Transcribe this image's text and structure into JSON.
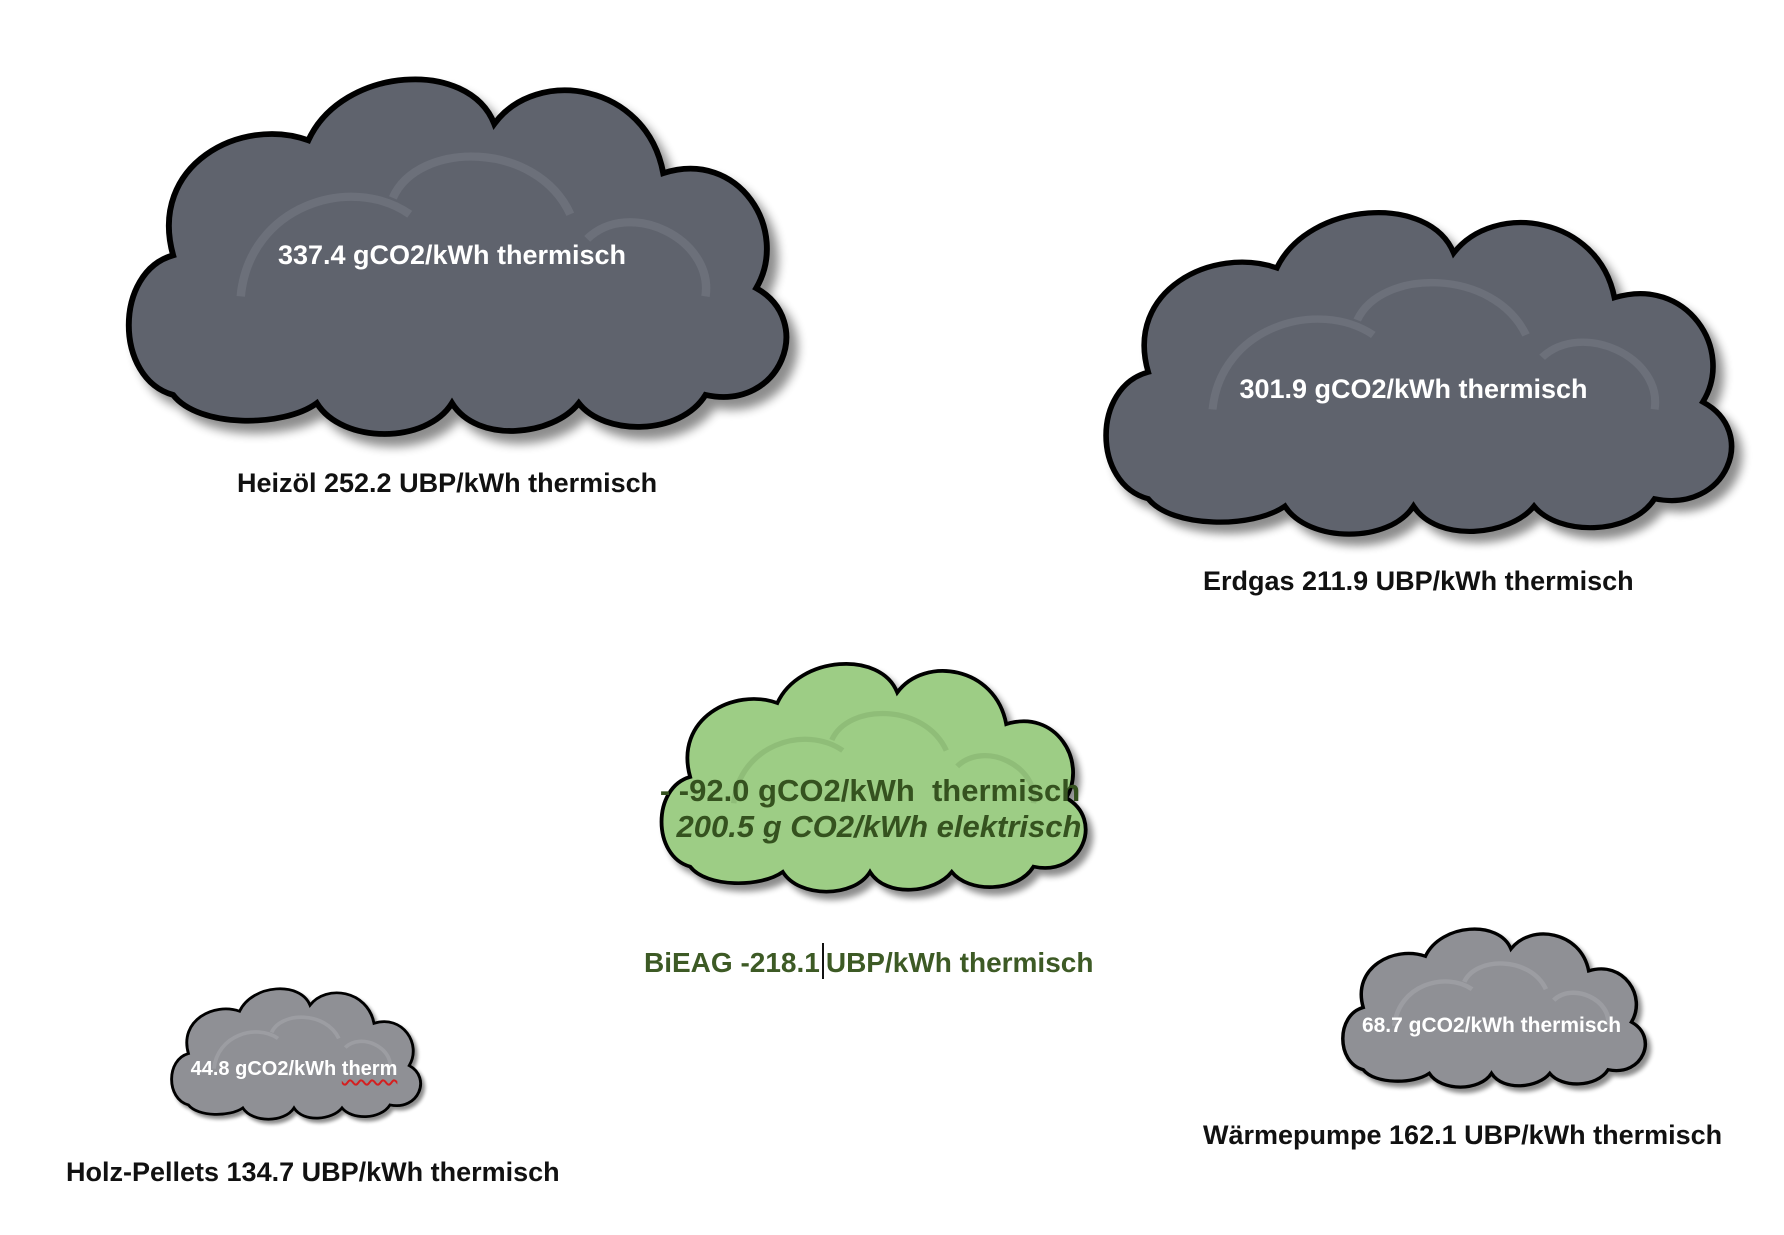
{
  "clouds": {
    "heizoel": {
      "co2": "337.4 gCO2/kWh thermisch",
      "caption": "Heizöl 252.2 UBP/kWh thermisch",
      "fill": "#5f636d"
    },
    "erdgas": {
      "co2": "301.9 gCO2/kWh thermisch",
      "caption": "Erdgas 211.9 UBP/kWh thermisch",
      "fill": "#5f636d"
    },
    "bieag": {
      "co2_line1": "- -92.0 gCO2/kWh  thermisch",
      "co2_line2": "200.5 g CO2/kWh elektrisch",
      "caption_part1": "BiEAG -218.1",
      "caption_part2": "UBP/kWh thermisch",
      "fill": "#9dcd85",
      "text_color": "#35521f"
    },
    "holz": {
      "co2_part1": "44.8 gCO2/kWh ",
      "co2_part2": "therm",
      "caption": "Holz-Pellets 134.7 UBP/kWh thermisch",
      "fill": "#8f9095"
    },
    "waermepumpe": {
      "co2": "68.7 gCO2/kWh thermisch",
      "caption": "Wärmepumpe 162.1 UBP/kWh thermisch",
      "fill": "#8f9095"
    }
  }
}
